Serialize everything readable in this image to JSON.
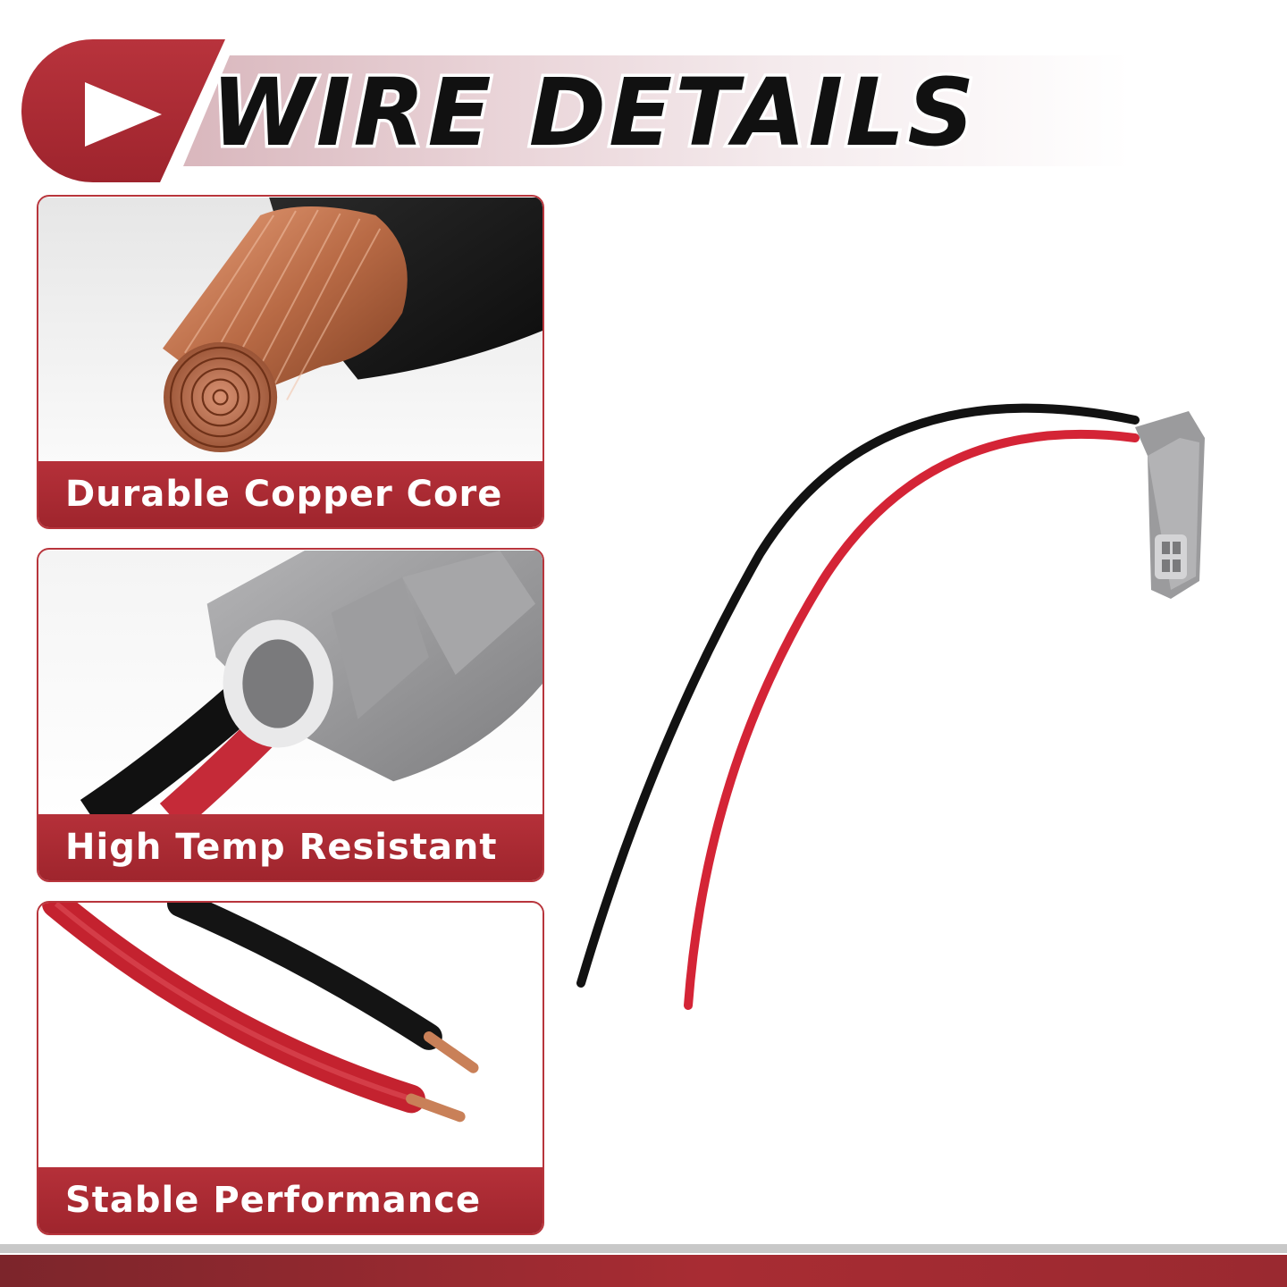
{
  "header": {
    "title": "WIRE DETAILS",
    "icon": "play-icon",
    "accent_color": "#a5262f"
  },
  "features": [
    {
      "label": "Durable Copper Core",
      "icon": "copper-core-icon"
    },
    {
      "label": "High Temp Resistant",
      "icon": "connector-icon"
    },
    {
      "label": "Stable Performance",
      "icon": "wire-ends-icon"
    }
  ],
  "product": {
    "wire_colors": [
      "#121212",
      "#d42436"
    ],
    "connector_color": "#9b9b9d"
  }
}
